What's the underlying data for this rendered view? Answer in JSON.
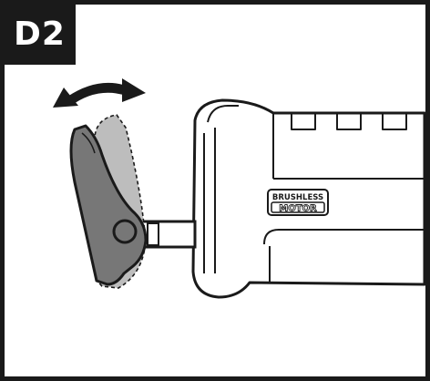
{
  "figure": {
    "step_label": "D2",
    "badge_line1": "BRUSHLESS",
    "badge_line2": "MOTOR"
  },
  "colors": {
    "ink": "#1a1a1a",
    "lever_fill": "#777777",
    "ghost_fill": "#bdbdbd",
    "paper": "#ffffff"
  },
  "icons": {
    "rotation": "curved-double-arrow-icon"
  }
}
